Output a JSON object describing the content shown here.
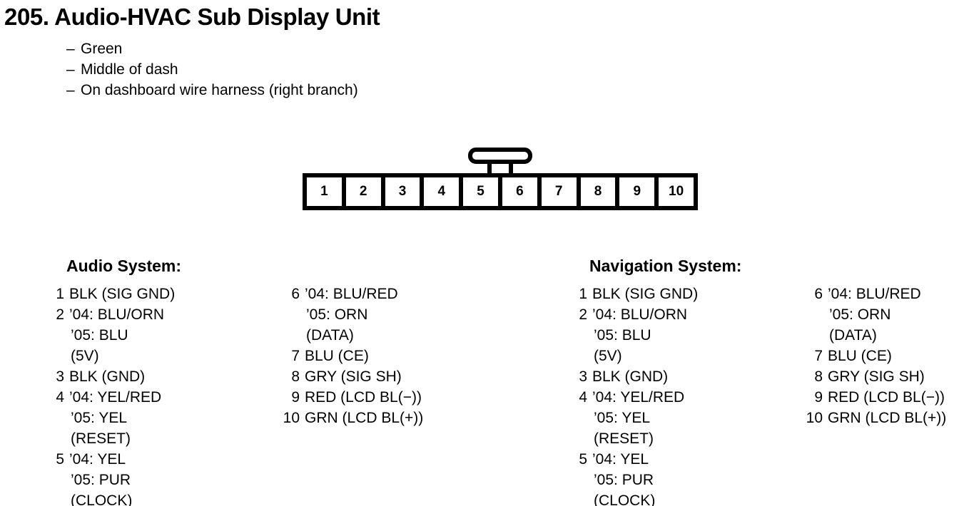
{
  "title": "205. Audio-HVAC Sub Display Unit",
  "bullets": [
    {
      "dash": "–",
      "text": "Green"
    },
    {
      "dash": "–",
      "text": "Middle of dash"
    },
    {
      "dash": "–",
      "text": "On dashboard wire harness (right branch)"
    }
  ],
  "connector": {
    "pin_count": 10,
    "pins": [
      "1",
      "2",
      "3",
      "4",
      "5",
      "6",
      "7",
      "8",
      "9",
      "10"
    ],
    "tab": "locking-tab"
  },
  "sections": [
    {
      "id": "audio",
      "title": "Audio System:",
      "left_column": [
        {
          "num": "1",
          "lines": [
            "BLK (SIG GND)"
          ]
        },
        {
          "num": "2",
          "lines": [
            "’04: BLU/ORN",
            "’05: BLU",
            "(5V)"
          ]
        },
        {
          "num": "3",
          "lines": [
            "BLK (GND)"
          ]
        },
        {
          "num": "4",
          "lines": [
            "’04: YEL/RED",
            "’05: YEL",
            "(RESET)"
          ]
        },
        {
          "num": "5",
          "lines": [
            "’04: YEL",
            "’05: PUR",
            "(CLOCK)"
          ]
        }
      ],
      "right_column": [
        {
          "num": "6",
          "lines": [
            "’04: BLU/RED",
            "’05: ORN",
            "(DATA)"
          ]
        },
        {
          "num": "7",
          "lines": [
            "BLU (CE)"
          ]
        },
        {
          "num": "8",
          "lines": [
            "GRY (SIG SH)"
          ]
        },
        {
          "num": "9",
          "lines": [
            "RED (LCD BL(−))"
          ]
        },
        {
          "num": "10",
          "lines": [
            "GRN (LCD BL(+))"
          ]
        }
      ]
    },
    {
      "id": "navigation",
      "title": "Navigation System:",
      "left_column": [
        {
          "num": "1",
          "lines": [
            "BLK (SIG GND)"
          ]
        },
        {
          "num": "2",
          "lines": [
            "’04: BLU/ORN",
            "’05: BLU",
            "(5V)"
          ]
        },
        {
          "num": "3",
          "lines": [
            "BLK (GND)"
          ]
        },
        {
          "num": "4",
          "lines": [
            "’04: YEL/RED",
            "’05: YEL",
            "(RESET)"
          ]
        },
        {
          "num": "5",
          "lines": [
            "’04: YEL",
            "’05: PUR",
            "(CLOCK)"
          ]
        }
      ],
      "right_column": [
        {
          "num": "6",
          "lines": [
            "’04: BLU/RED",
            "’05: ORN",
            "(DATA)"
          ]
        },
        {
          "num": "7",
          "lines": [
            "BLU (CE)"
          ]
        },
        {
          "num": "8",
          "lines": [
            "GRY (SIG SH)"
          ]
        },
        {
          "num": "9",
          "lines": [
            "RED (LCD BL(−))"
          ]
        },
        {
          "num": "10",
          "lines": [
            "GRN (LCD BL(+))"
          ]
        }
      ]
    }
  ]
}
